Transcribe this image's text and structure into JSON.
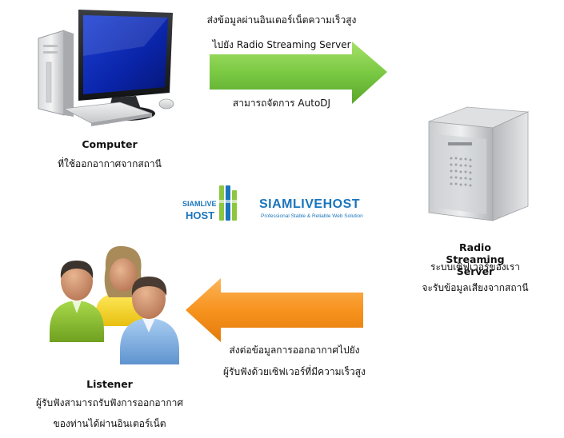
{
  "computer": {
    "title": "Computer",
    "subtitle": "ที่ใช้ออกอากาศจากสถานี"
  },
  "top_arrow": {
    "line1": "ส่งข้อมูลผ่านอินเตอร์เน็ตความเร็วสูง",
    "line2": "ไปยัง Radio Streaming Server",
    "line3": "สามารถจัดการ AutoDJ",
    "color": "#7ac943"
  },
  "server": {
    "title": "Radio Streaming Server",
    "line1": "ระบบเซิฟเวอร์ของเรา",
    "line2": "จะรับข้อมูลเสียงจากสถานี"
  },
  "bottom_arrow": {
    "line1": "ส่งต่อข้อมูลการออกอากาศไปยัง",
    "line2": "ผู้รับฟังด้วยเซิฟเวอร์ที่มีความเร็วสูง",
    "color": "#f7931e"
  },
  "listener": {
    "title": "Listener",
    "line1": "ผู้รับฟังสามารถรับฟังการออกอากาศ",
    "line2": "ของท่านได้ผ่านอินเตอร์เน็ต"
  },
  "logo": {
    "small_top": "SIAMLIVE",
    "small_bottom": "HOST",
    "wordmark": "SIAMLIVEHOST",
    "tagline": "Professional Stable & Reliable Web Solution",
    "brand_blue": "#1b75bb",
    "brand_green": "#8dc63f"
  }
}
